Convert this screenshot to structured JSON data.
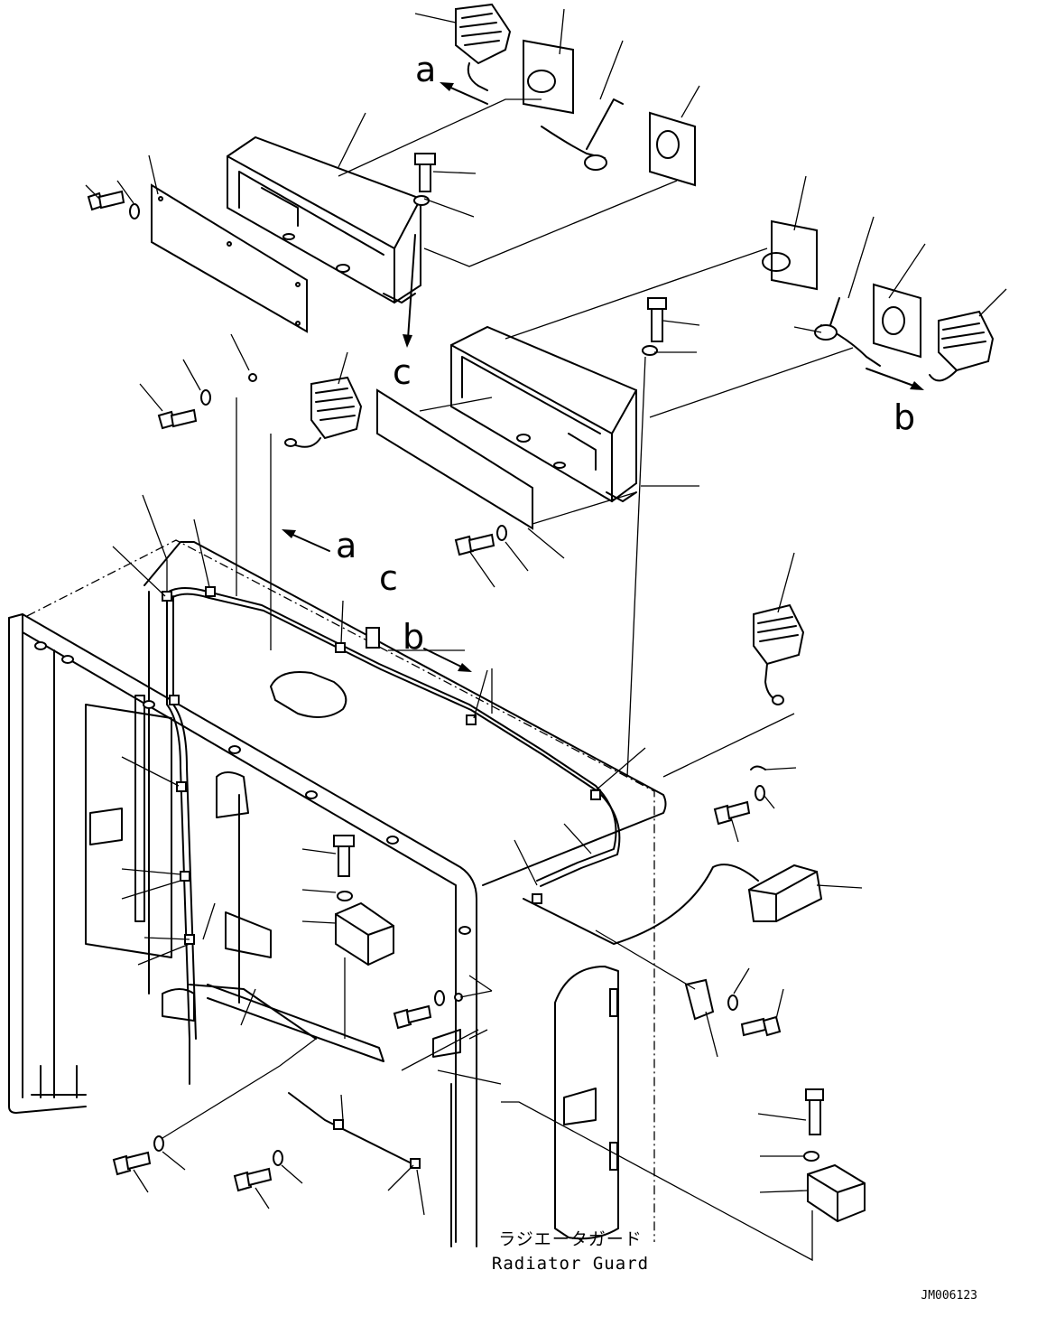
{
  "diagram": {
    "view_labels": {
      "a_top": "a",
      "c_top": "c",
      "b_right": "b",
      "a_mid": "a",
      "c_mid": "c",
      "b_mid": "b"
    },
    "caption_jp": "ラジエータガード",
    "caption_en": "Radiator Guard",
    "drawing_number": "JM006123"
  }
}
